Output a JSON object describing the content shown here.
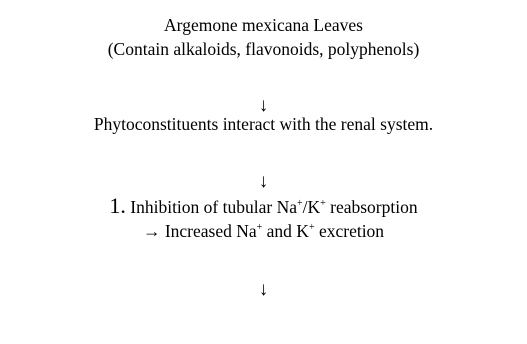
{
  "diagram": {
    "title_line1": "Argemone mexicana Leaves",
    "title_line2": "(Contain alkaloids, flavonoids, polyphenols)",
    "arrow": "↓",
    "step_text": "Phytoconstituents interact with the renal system.",
    "point1": {
      "number": "1.",
      "line1": {
        "a": " Inhibition of tubular Na",
        "sup1": "+",
        "b": "/K",
        "sup2": "+",
        "c": " reabsorption"
      },
      "line2": {
        "a": "→ Increased Na",
        "sup1": "+",
        "b": " and K",
        "sup2": "+",
        "c": " excretion"
      }
    }
  }
}
